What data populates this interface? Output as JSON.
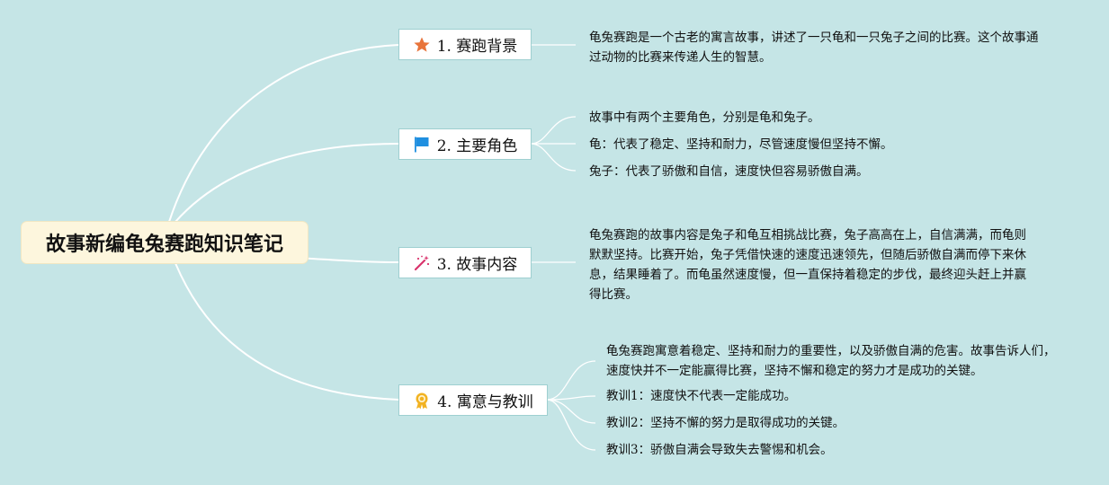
{
  "root": {
    "title": "故事新编龟兔赛跑知识笔记"
  },
  "topics": [
    {
      "label": "1. 赛跑背景",
      "icon": "star-icon",
      "notes": [
        "龟兔赛跑是一个古老的寓言故事，讲述了一只龟和一只兔子之间的比赛。这个故事通过动物的比赛来传递人生的智慧。"
      ]
    },
    {
      "label": "2. 主要角色",
      "icon": "flag-icon",
      "notes": [
        "故事中有两个主要角色，分别是龟和兔子。",
        "龟：代表了稳定、坚持和耐力，尽管速度慢但坚持不懈。",
        "兔子：代表了骄傲和自信，速度快但容易骄傲自满。"
      ]
    },
    {
      "label": "3. 故事内容",
      "icon": "magic-wand-icon",
      "notes": [
        "龟兔赛跑的故事内容是兔子和龟互相挑战比赛，兔子高高在上，自信满满，而龟则默默坚持。比赛开始，兔子凭借快速的速度迅速领先，但随后骄傲自满而停下来休息，结果睡着了。而龟虽然速度慢，但一直保持着稳定的步伐，最终迎头赶上并赢得比赛。"
      ]
    },
    {
      "label": "4. 寓意与教训",
      "icon": "award-medal-icon",
      "notes": [
        "龟兔赛跑寓意着稳定、坚持和耐力的重要性，以及骄傲自满的危害。故事告诉人们，速度快并不一定能赢得比赛，坚持不懈和稳定的努力才是成功的关键。",
        "教训1：速度快不代表一定能成功。",
        "教训2：坚持不懈的努力是取得成功的关键。",
        "教训3：骄傲自满会导致失去警惕和机会。"
      ]
    }
  ],
  "colors": {
    "background": "#c5e5e6",
    "root_fill": "#fdf6dd",
    "star": "#e8743b",
    "flag": "#1f8fe0",
    "wand": "#d9336c",
    "medal": "#f2b221"
  }
}
